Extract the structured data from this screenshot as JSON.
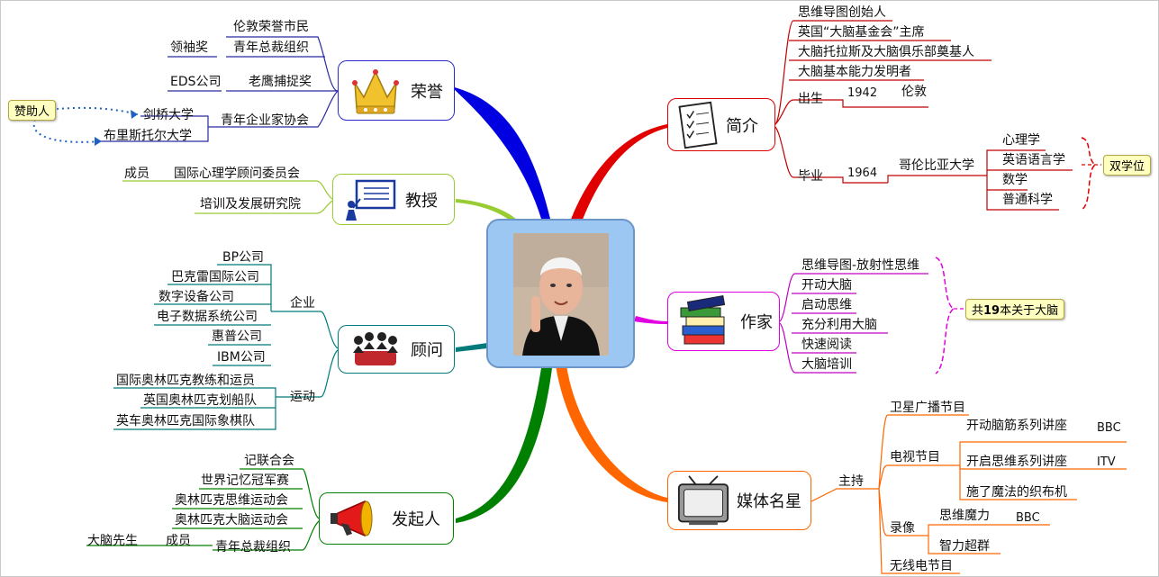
{
  "center": {
    "photo": "portrait-photo"
  },
  "honors": {
    "label": "荣誉",
    "color": "#0000e0",
    "items": [
      "伦敦荣誉市民",
      "青年总裁组织",
      "领袖奖",
      "老鹰捕捉奖",
      "EDS公司",
      "青年企业家协会",
      "剑桥大学",
      "布里斯托尔大学"
    ],
    "callout": "赞助人"
  },
  "professor": {
    "label": "教授",
    "color": "#99cc33",
    "items": [
      "国际心理学顾问委员会",
      "成员",
      "培训及发展研究院"
    ]
  },
  "consultant": {
    "label": "顾问",
    "color": "#007a7a",
    "group_enterprise": "企业",
    "enterprises": [
      "BP公司",
      "巴克雷国际公司",
      "数字设备公司",
      "电子数据系统公司",
      "惠普公司",
      "IBM公司"
    ],
    "group_sports": "运动",
    "sports": [
      "国际奥林匹克教练和运员",
      "英国奥林匹克划船队",
      "英车奥林匹克国际象棋队"
    ]
  },
  "founder": {
    "label": "发起人",
    "color": "#008000",
    "items": [
      "记联合会",
      "世界记忆冠军赛",
      "奥林匹克思维运动会",
      "奥林匹克大脑运动会",
      "青年总裁组织",
      "成员",
      "大脑先生"
    ]
  },
  "intro": {
    "label": "简介",
    "color": "#e00000",
    "items": [
      "思维导图创始人",
      "英国“大脑基金会”主席",
      "大脑托拉斯及大脑俱乐部奠基人",
      "大脑基本能力发明者"
    ],
    "born_label": "出生",
    "born_year": "1942",
    "born_place": "伦敦",
    "grad_label": "毕业",
    "grad_year": "1964",
    "grad_school": "哥伦比亚大学",
    "degrees": [
      "心理学",
      "英语语言学",
      "数学",
      "普通科学"
    ],
    "degree_callout": "双学位"
  },
  "writer": {
    "label": "作家",
    "color": "#e000e0",
    "books": [
      "思维导图-放射性思维",
      "开动大脑",
      "启动思维",
      "充分利用大脑",
      "快速阅读",
      "大脑培训"
    ],
    "callout_prefix": "共",
    "callout_number": "19",
    "callout_suffix": "本关于大脑"
  },
  "media": {
    "label": "媒体名星",
    "color": "#ff6600",
    "host": "主持",
    "satellite": "卫星广播节目",
    "tv": "电视节目",
    "tv_shows": [
      "开动脑筋系列讲座",
      "BBC",
      "开启思维系列讲座",
      "ITV",
      "施了魔法的织布机"
    ],
    "video": "录像",
    "videos": [
      "思维魔力",
      "BBC",
      "智力超群"
    ],
    "radio": "无线电节目"
  }
}
